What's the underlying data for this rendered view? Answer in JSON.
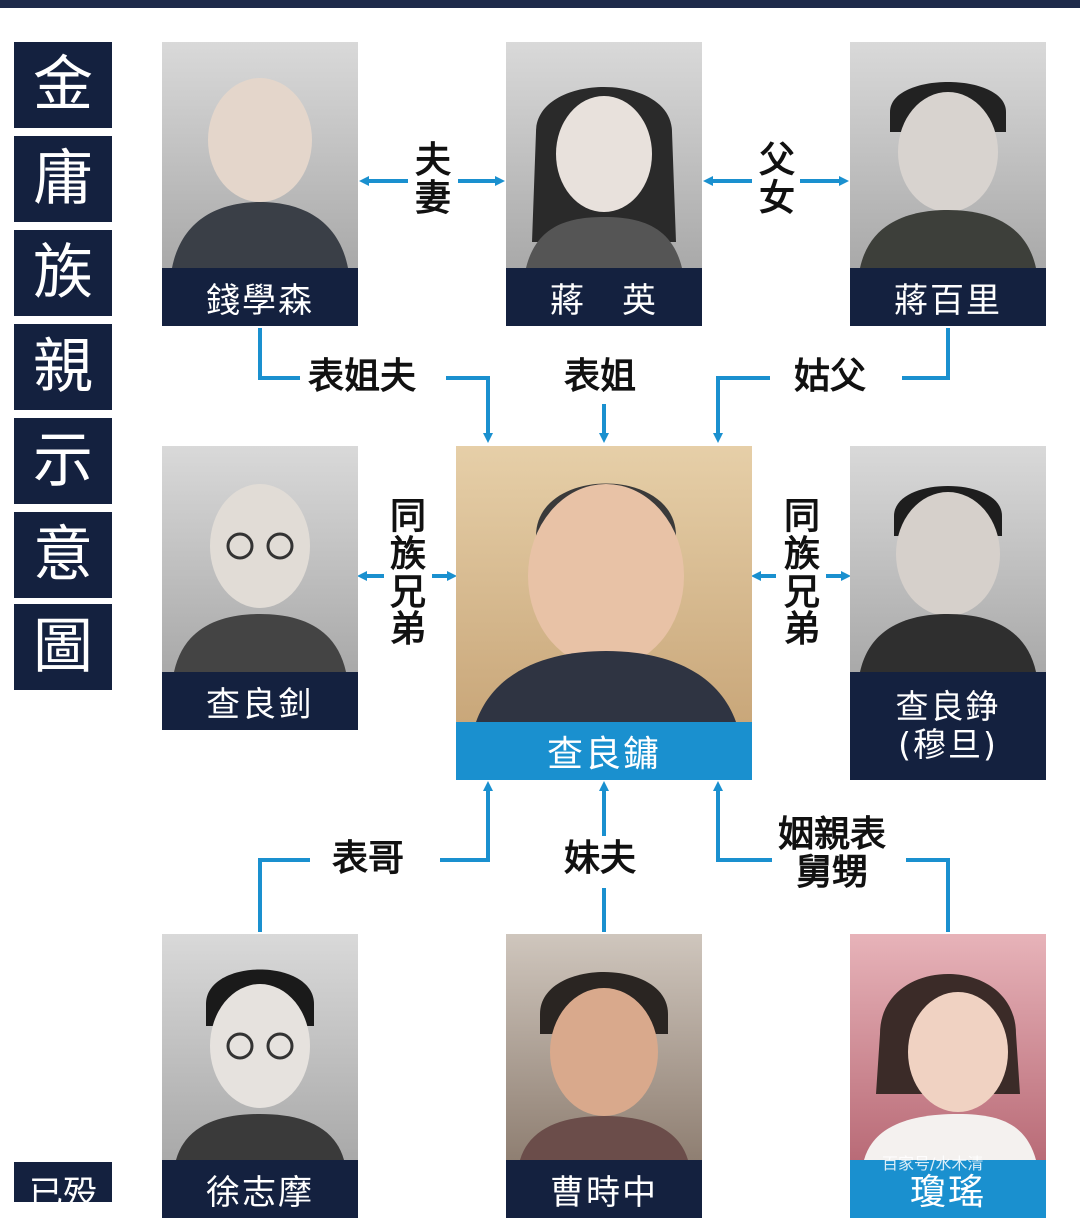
{
  "title_chars": [
    "金",
    "庸",
    "族",
    "親",
    "示",
    "意",
    "圖"
  ],
  "legend_label": "已殁",
  "people": {
    "qian": "錢學森",
    "jiangying": "蔣　英",
    "jiangbaili": "蔣百里",
    "zhaliangzhao": "查良釗",
    "zhaliangyong": "查良鏞",
    "muqian_line1": "查良錚",
    "muqian_line2": "(穆旦)",
    "xu": "徐志摩",
    "cao": "曹時中",
    "qiong": "瓊瑤"
  },
  "relations": {
    "fuqi": [
      "夫",
      "妻"
    ],
    "funv": [
      "父",
      "女"
    ],
    "biaojiefu": "表姐夫",
    "biaojie": "表姐",
    "gufu": "姑父",
    "tongzu_left": [
      "同",
      "族",
      "兄",
      "弟"
    ],
    "tongzu_right": [
      "同",
      "族",
      "兄",
      "弟"
    ],
    "biaoge": "表哥",
    "meifu": "妹夫",
    "yinqin_line1": "姻親表",
    "yinqin_line2": "舅甥"
  },
  "watermark": "百家号/水木清",
  "colors": {
    "navy": "#14213f",
    "accent": "#1a90cf",
    "line": "#1a90cf"
  }
}
